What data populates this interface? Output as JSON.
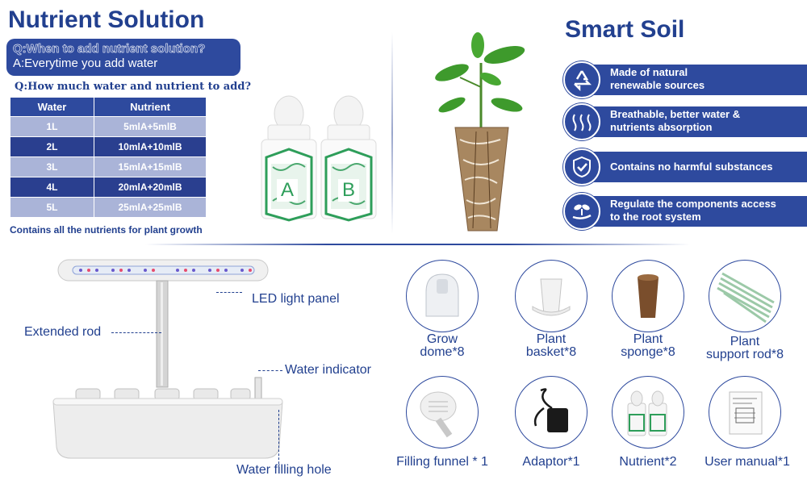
{
  "nutrient": {
    "title": "Nutrient Solution",
    "q1": "Q:When to add nutrient solution?",
    "a1": "A:Everytime you add water",
    "q2": "Q:How much water and nutrient to add?",
    "table": {
      "headers": [
        "Water",
        "Nutrient"
      ],
      "rows": [
        [
          "1L",
          "5mlA+5mlB"
        ],
        [
          "2L",
          "10mlA+10mlB"
        ],
        [
          "3L",
          "15mlA+15mlB"
        ],
        [
          "4L",
          "20mlA+20mlB"
        ],
        [
          "5L",
          "25mlA+25mlB"
        ]
      ]
    },
    "footer": "Contains all the nutrients for plant growth",
    "bottle_a": "A",
    "bottle_b": "B"
  },
  "soil": {
    "title": "Smart Soil",
    "features": [
      {
        "icon": "recycle-icon",
        "line1": "Made of natural",
        "line2": "renewable sources"
      },
      {
        "icon": "airflow-icon",
        "line1": "Breathable, better water &",
        "line2": "nutrients absorption"
      },
      {
        "icon": "shield-check-icon",
        "line1": "Contains no harmful substances",
        "line2": ""
      },
      {
        "icon": "sprout-hand-icon",
        "line1": "Regulate the components access",
        "line2": "to the root system"
      }
    ]
  },
  "device": {
    "led_panel": "LED light panel",
    "extended_rod": "Extended rod",
    "water_indicator": "Water indicator",
    "water_filling_hole": "Water filling hole"
  },
  "accessories": [
    {
      "line1": "Grow",
      "line2": "dome*8"
    },
    {
      "line1": "Plant",
      "line2": "basket*8"
    },
    {
      "line1": "Plant",
      "line2": "sponge*8"
    },
    {
      "line1": "Plant",
      "line2": "support rod*8"
    },
    {
      "line1": "Filling funnel * 1",
      "line2": ""
    },
    {
      "line1": "Adaptor*1",
      "line2": ""
    },
    {
      "line1": "Nutrient*2",
      "line2": ""
    },
    {
      "line1": "User manual*1",
      "line2": ""
    }
  ],
  "colors": {
    "navy": "#2e4a9e",
    "light_row": "#aab4d8",
    "dark_row": "#2a3f8f",
    "bottle_green": "#2e9e5a"
  }
}
